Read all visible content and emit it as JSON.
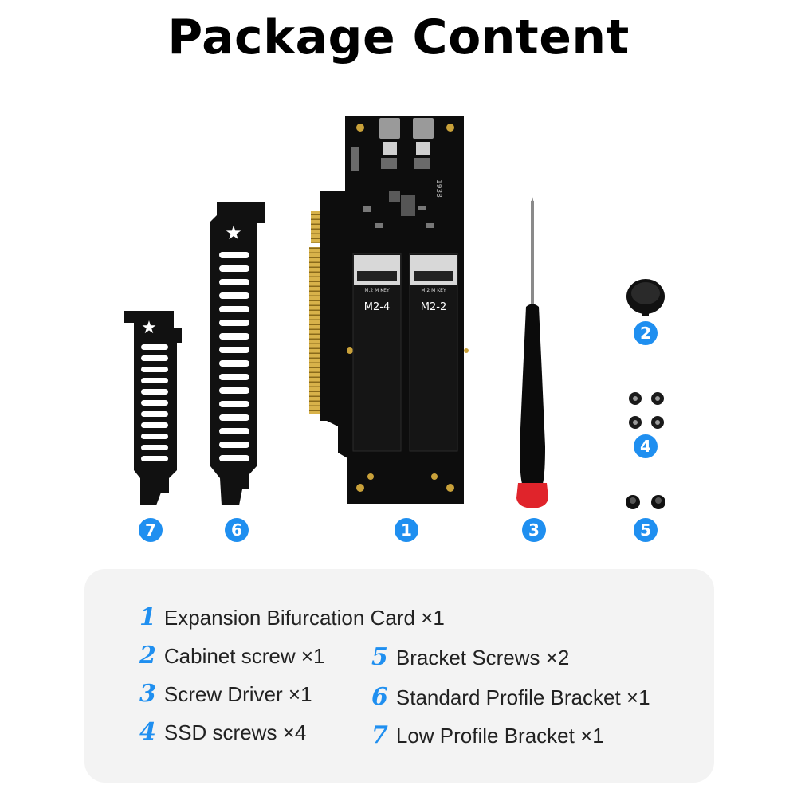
{
  "title": "Package Content",
  "pcb_labels": {
    "slot_left": "M2-4",
    "slot_right": "M2-2",
    "key_label": "M.2 M KEY",
    "date_code": "1938"
  },
  "badges": [
    "1",
    "2",
    "3",
    "4",
    "5",
    "6",
    "7"
  ],
  "legend": [
    {
      "num": "1",
      "text": "Expansion Bifurcation Card ×1"
    },
    {
      "num": "2",
      "text": "Cabinet screw ×1"
    },
    {
      "num": "3",
      "text": "Screw Driver ×1"
    },
    {
      "num": "4",
      "text": "SSD screws ×4"
    },
    {
      "num": "5",
      "text": "Bracket Screws ×2"
    },
    {
      "num": "6",
      "text": "Standard Profile Bracket ×1"
    },
    {
      "num": "7",
      "text": "Low Profile Bracket  ×1"
    }
  ],
  "colors": {
    "accent": "#1f8ff0",
    "pcb": "#0d0d0d",
    "gold": "#c9a13a",
    "driver_tip": "#e0242b",
    "legend_bg": "#f3f3f3"
  }
}
